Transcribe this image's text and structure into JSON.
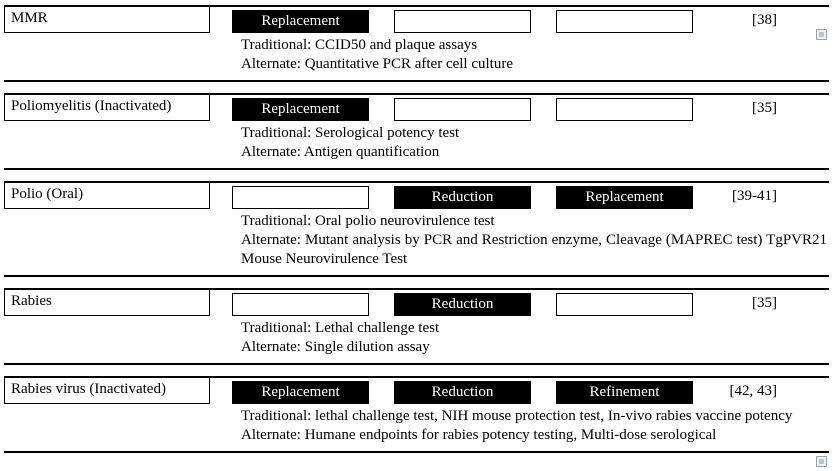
{
  "colors": {
    "filled_box_bg": "#000000",
    "filled_box_text": "#ffffff",
    "border": "#000000",
    "background": "#ffffff"
  },
  "icons": {
    "top_right": "small-handle-icon",
    "bottom_right": "small-handle-icon"
  },
  "rows": [
    {
      "vaccine": "MMR",
      "boxes": [
        {
          "label": "Replacement",
          "filled": true
        },
        {
          "label": "",
          "filled": false
        },
        {
          "label": "",
          "filled": false
        }
      ],
      "reference": "[38]",
      "traditional": "Traditional: CCID50 and plaque assays",
      "alternate": "Alternate: Quantitative PCR after cell culture"
    },
    {
      "vaccine": "Poliomyelitis (Inactivated)",
      "boxes": [
        {
          "label": "Replacement",
          "filled": true
        },
        {
          "label": "",
          "filled": false
        },
        {
          "label": "",
          "filled": false
        }
      ],
      "reference": "[35]",
      "traditional": "Traditional: Serological potency test",
      "alternate": "Alternate: Antigen quantification"
    },
    {
      "vaccine": "Polio (Oral)",
      "boxes": [
        {
          "label": "",
          "filled": false
        },
        {
          "label": "Reduction",
          "filled": true
        },
        {
          "label": "Replacement",
          "filled": true
        }
      ],
      "reference": "[39-41]",
      "traditional": "Traditional: Oral polio neurovirulence test",
      "alternate": "Alternate: Mutant analysis by PCR and Restriction enzyme, Cleavage (MAPREC test) TgPVR21 Mouse Neurovirulence Test"
    },
    {
      "vaccine": "Rabies",
      "boxes": [
        {
          "label": "",
          "filled": false
        },
        {
          "label": "Reduction",
          "filled": true
        },
        {
          "label": "",
          "filled": false
        }
      ],
      "reference": "[35]",
      "traditional": "Traditional: Lethal challenge test",
      "alternate": "Alternate: Single dilution assay"
    },
    {
      "vaccine": "Rabies virus (Inactivated)",
      "boxes": [
        {
          "label": "Replacement",
          "filled": true
        },
        {
          "label": "Reduction",
          "filled": true
        },
        {
          "label": "Refinement",
          "filled": true
        }
      ],
      "reference": "[42, 43]",
      "traditional": "Traditional: lethal challenge test, NIH mouse protection test, In-vivo rabies vaccine potency",
      "alternate": "Alternate: Humane endpoints for rabies potency testing, Multi-dose serological"
    }
  ]
}
